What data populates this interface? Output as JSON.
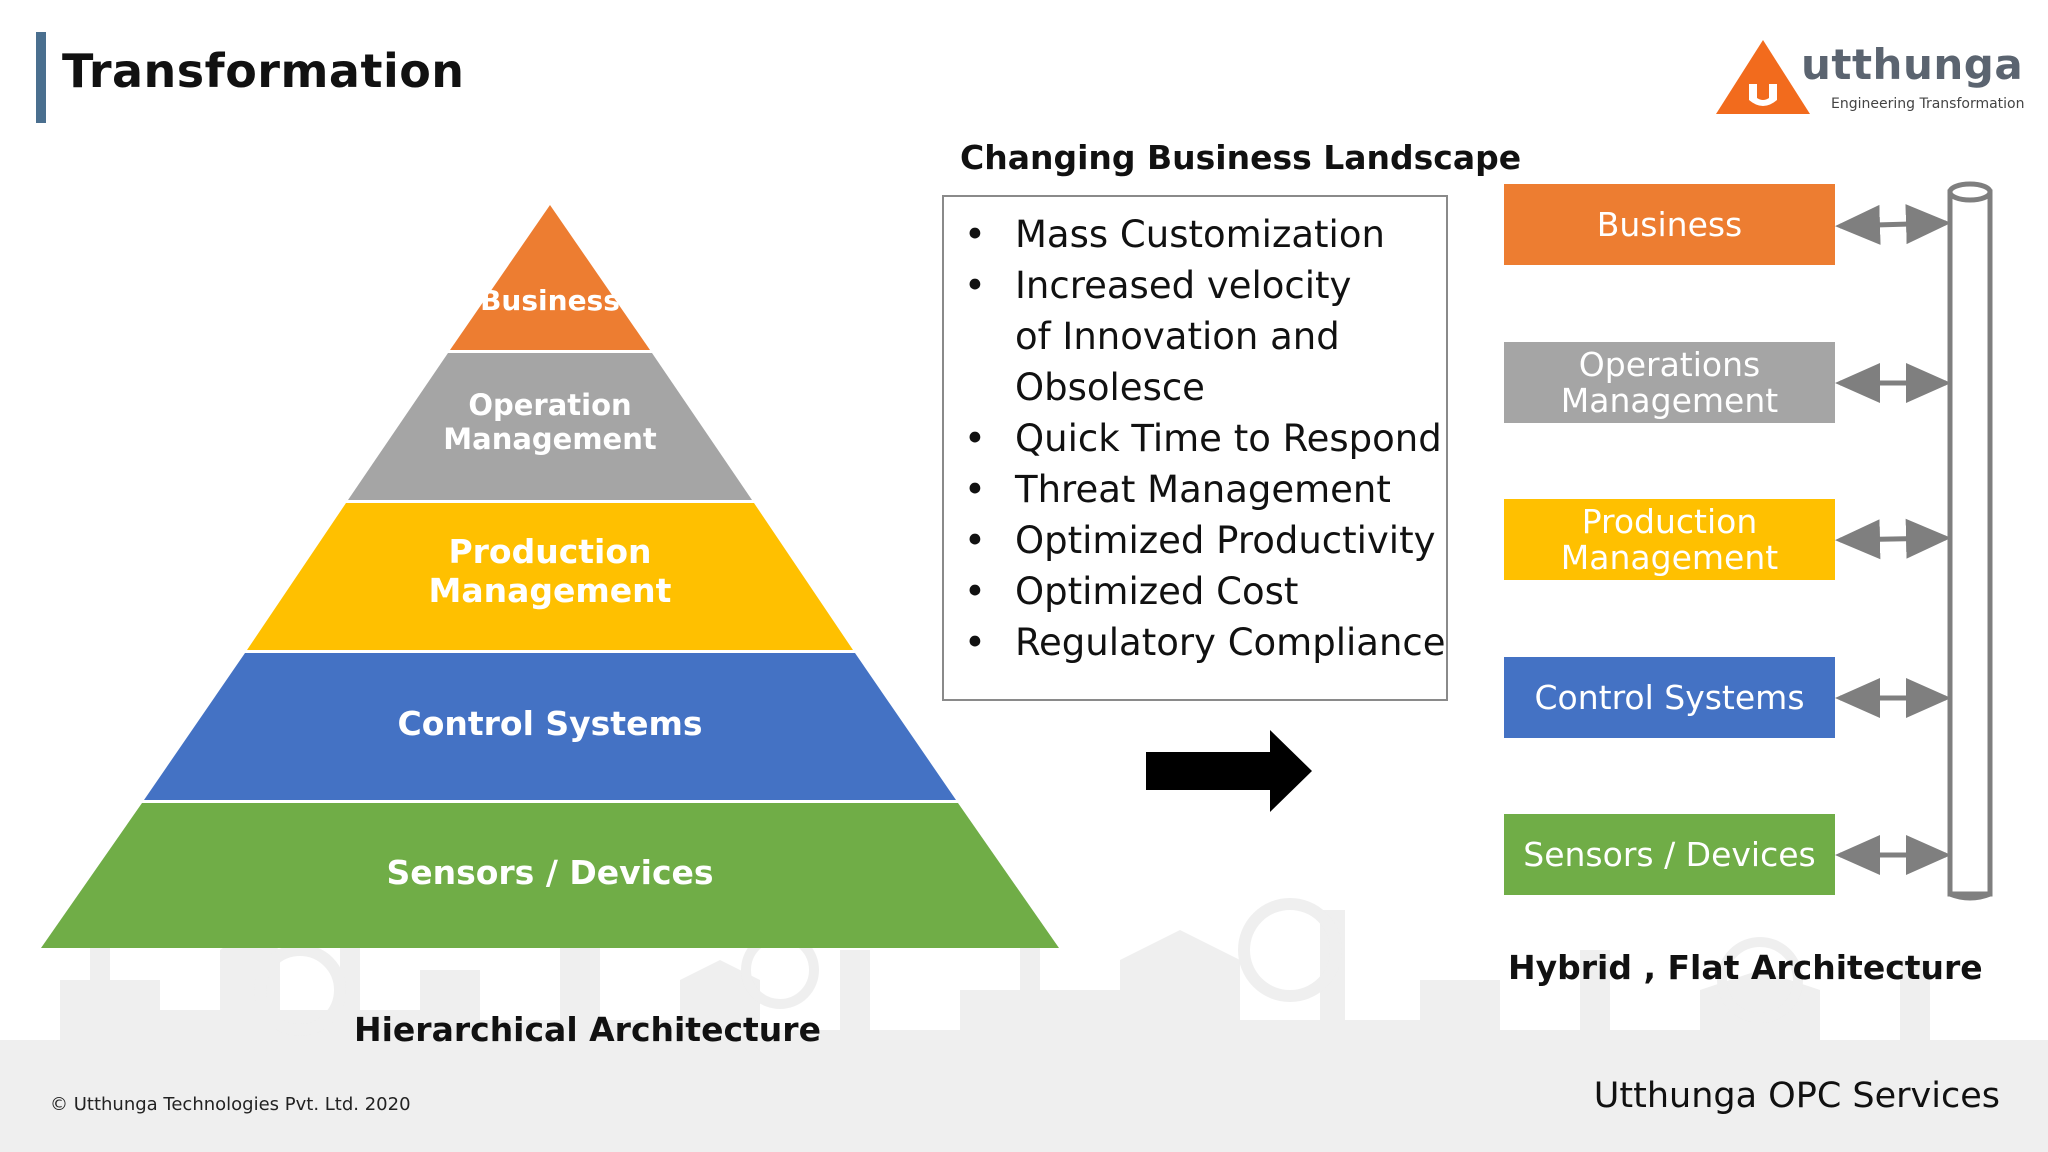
{
  "slide": {
    "title": "Transformation",
    "copyright": "© Utthunga Technologies Pvt. Ltd. 2020",
    "footer_right": "Utthunga OPC Services"
  },
  "logo": {
    "wordmark": "utthunga",
    "tagline": "Engineering Transformation",
    "colors": {
      "orange": "#f26b1d",
      "gray": "#5b6470"
    }
  },
  "hierarchical": {
    "caption": "Hierarchical Architecture",
    "levels": [
      {
        "label": "Business",
        "color": "#ed7d31"
      },
      {
        "label": "Operation Management",
        "color": "#a5a5a5"
      },
      {
        "label": "Production Management",
        "color": "#ffc000"
      },
      {
        "label": "Control Systems",
        "color": "#4472c4"
      },
      {
        "label": "Sensors / Devices",
        "color": "#70ad47"
      }
    ]
  },
  "landscape": {
    "title": "Changing Business Landscape",
    "items": [
      "Mass Customization",
      "Increased velocity of Innovation  and Obsolesce",
      "Quick Time to Respond",
      "Threat Management",
      "Optimized Productivity",
      "Optimized Cost",
      "Regulatory Compliance"
    ]
  },
  "flat": {
    "caption": "Hybrid , Flat Architecture",
    "boxes": [
      {
        "label": "Business",
        "color": "#ed7d31"
      },
      {
        "label": "Operations Management",
        "color": "#a5a5a5"
      },
      {
        "label": "Production Management",
        "color": "#ffc000"
      },
      {
        "label": "Control Systems",
        "color": "#4472c4"
      },
      {
        "label": "Sensors / Devices",
        "color": "#70ad47"
      }
    ]
  }
}
